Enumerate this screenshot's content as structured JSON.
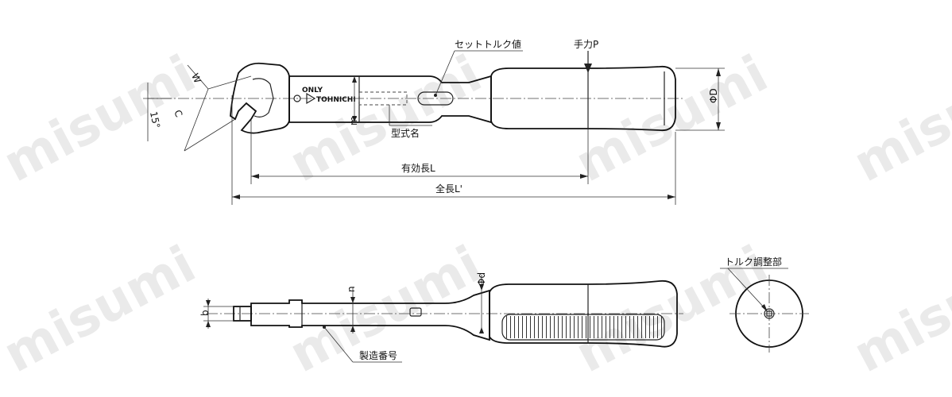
{
  "watermark": "misumi",
  "labels": {
    "set_torque_value": "セットトルク値",
    "hand_force": "手力P",
    "model_name": "型式名",
    "effective_length": "有効長L",
    "total_length": "全長L'",
    "torque_adjust": "トルク調整部",
    "serial_number": "製造番号",
    "dim_w": "W",
    "dim_c": "C",
    "dim_m": "m",
    "dim_phi_D": "ΦD",
    "dim_phi_d": "Φd",
    "dim_n": "n",
    "dim_b": "b",
    "angle": "15°",
    "brand_only": "ONLY",
    "brand_tohnichi": "TOHNICHI"
  },
  "colors": {
    "line": "#222222",
    "watermark": "#d9d9d9"
  }
}
